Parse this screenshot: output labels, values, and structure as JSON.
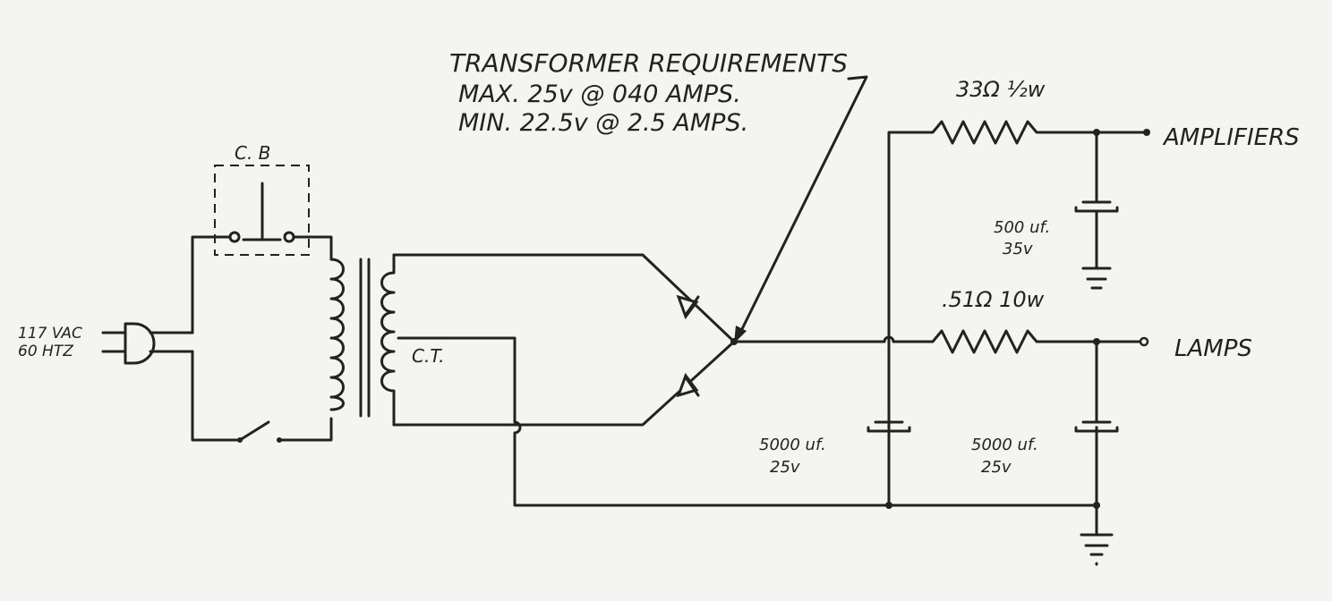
{
  "title": "TRANSFORMER REQUIREMENTS",
  "req_max": "MAX. 25v @ 040 AMPS.",
  "req_min": "MIN. 22.5v @ 2.5 AMPS.",
  "circuit_breaker": "C. B",
  "input_voltage": "117 VAC",
  "input_freq": "60 HTZ",
  "center_tap": "C.T.",
  "r1": "33Ω ½w",
  "r2": ".51Ω 10w",
  "out_amplifiers": "AMPLIFIERS",
  "out_lamps": "LAMPS",
  "c1_value": "500 uf.",
  "c1_voltage": "35v",
  "c2_value": "5000 uf.",
  "c2_voltage": "25v",
  "c3_value": "5000 uf.",
  "c3_voltage": "25v"
}
